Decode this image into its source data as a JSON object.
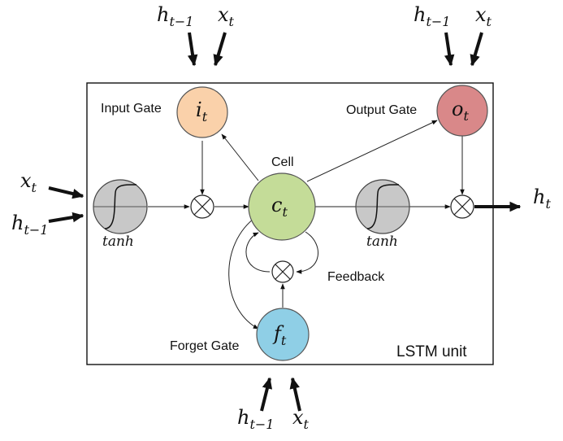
{
  "labels": {
    "input_gate": "Input Gate",
    "output_gate": "Output Gate",
    "forget_gate": "Forget Gate",
    "cell": "Cell",
    "feedback": "Feedback",
    "unit": "LSTM unit"
  },
  "nodes": {
    "input_gate": {
      "base": "i",
      "sub": "t",
      "color": "#fad1aa"
    },
    "output_gate": {
      "base": "o",
      "sub": "t",
      "color": "#d98889"
    },
    "forget_gate": {
      "base": "f",
      "sub": "t",
      "color": "#8fcfe6"
    },
    "cell": {
      "base": "c",
      "sub": "t",
      "color": "#c4dc98"
    },
    "tanh_in": {
      "caption": "tanh",
      "color": "#c8c8c8"
    },
    "tanh_out": {
      "caption": "tanh",
      "color": "#c8c8c8"
    }
  },
  "inputs": {
    "x_symbol": {
      "base": "x",
      "sub": "t"
    },
    "h_prev_symbol": {
      "base": "h",
      "sub": "t−1"
    },
    "output_symbol": {
      "base": "h",
      "sub": "t"
    }
  },
  "icons": {
    "multiply": "multiply-icon",
    "sigmoid_curve": "sigmoid-curve-icon"
  }
}
